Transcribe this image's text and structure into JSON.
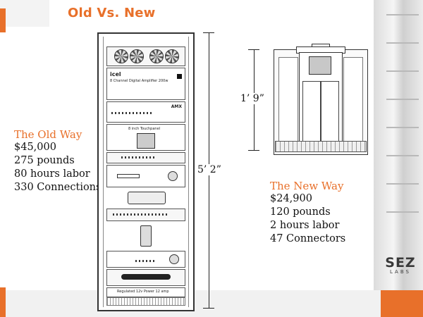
{
  "slide": {
    "title": "Old Vs. New"
  },
  "old_way": {
    "heading": "The Old Way",
    "lines": [
      "$45,000",
      "275 pounds",
      "80 hours labor",
      "330 Connections"
    ]
  },
  "new_way": {
    "heading": "The New Way",
    "lines": [
      "$24,900",
      "120 pounds",
      "2 hours labor",
      "47 Connectors"
    ]
  },
  "dimensions": {
    "old_height": "5’ 2”",
    "new_height": "1’ 9”"
  },
  "rack_labels": {
    "amp_brand": "icel",
    "amp_desc": "8 Channel Digital Amplifier  200w",
    "amx_brand": "AMX",
    "touchpanel": "8 inch Touchpanel",
    "power": "Regulated 12v Power 12 amp"
  },
  "logo": {
    "main": "SEZ",
    "sub": "LABS"
  },
  "colors": {
    "accent": "#e8702a",
    "text": "#111111"
  }
}
